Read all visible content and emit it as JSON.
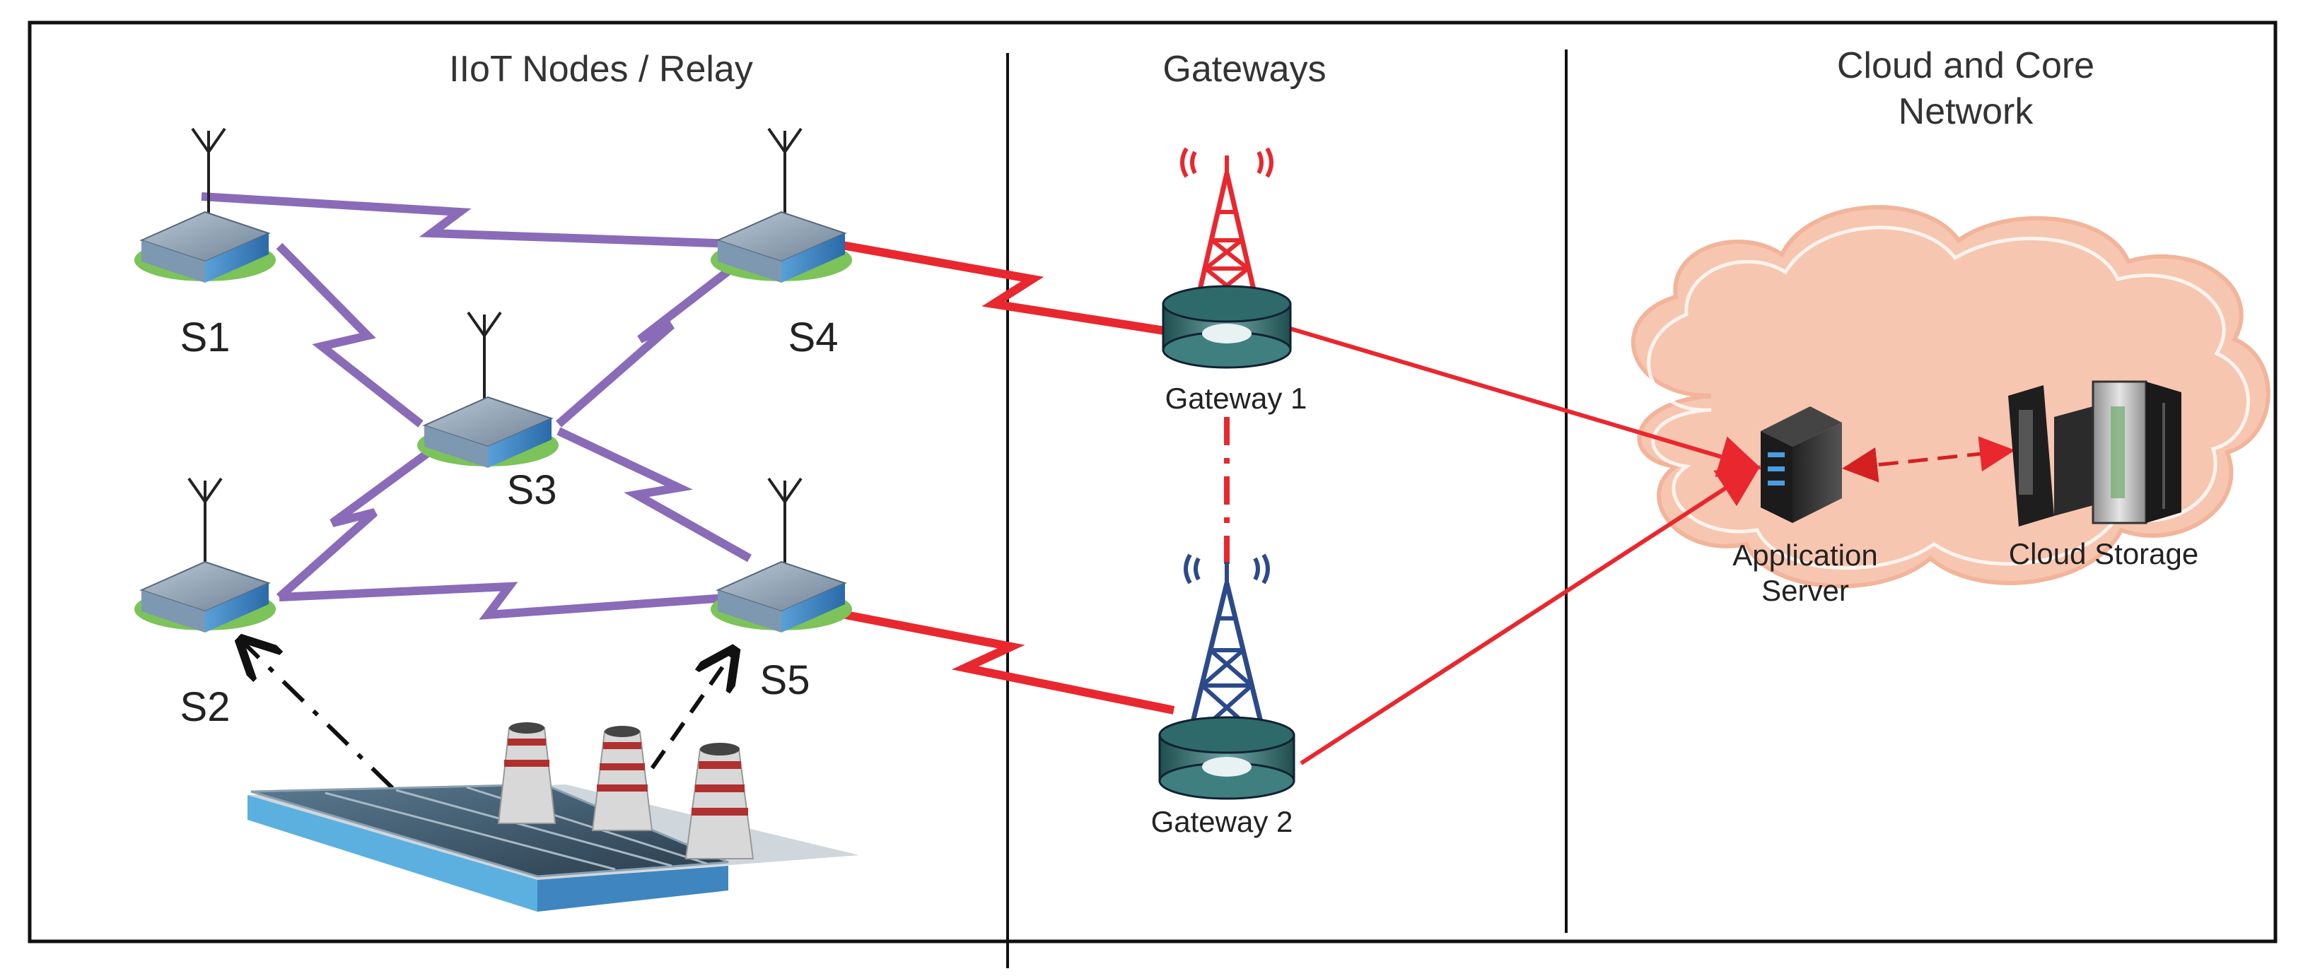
{
  "sections": {
    "nodes_title": "IIoT Nodes / Relay",
    "gateways_title": "Gateways",
    "cloud_title_line1": "Cloud and Core",
    "cloud_title_line2": "Network"
  },
  "nodes": [
    {
      "id": "s1",
      "label": "S1"
    },
    {
      "id": "s2",
      "label": "S2"
    },
    {
      "id": "s3",
      "label": "S3"
    },
    {
      "id": "s4",
      "label": "S4"
    },
    {
      "id": "s5",
      "label": "S5"
    }
  ],
  "gateways": [
    {
      "id": "gw1",
      "label": "Gateway 1",
      "color": "#e8282e"
    },
    {
      "id": "gw2",
      "label": "Gateway 2",
      "color": "#2c4a8a"
    }
  ],
  "cloud": {
    "app_server_line1": "Application",
    "app_server_line2": "Server",
    "storage_label": "Cloud Storage",
    "fill_color": "#f7c6b0"
  },
  "colors": {
    "relay_link": "#8a6bb8",
    "gateway_link": "#e8282e",
    "border": "#111111"
  }
}
